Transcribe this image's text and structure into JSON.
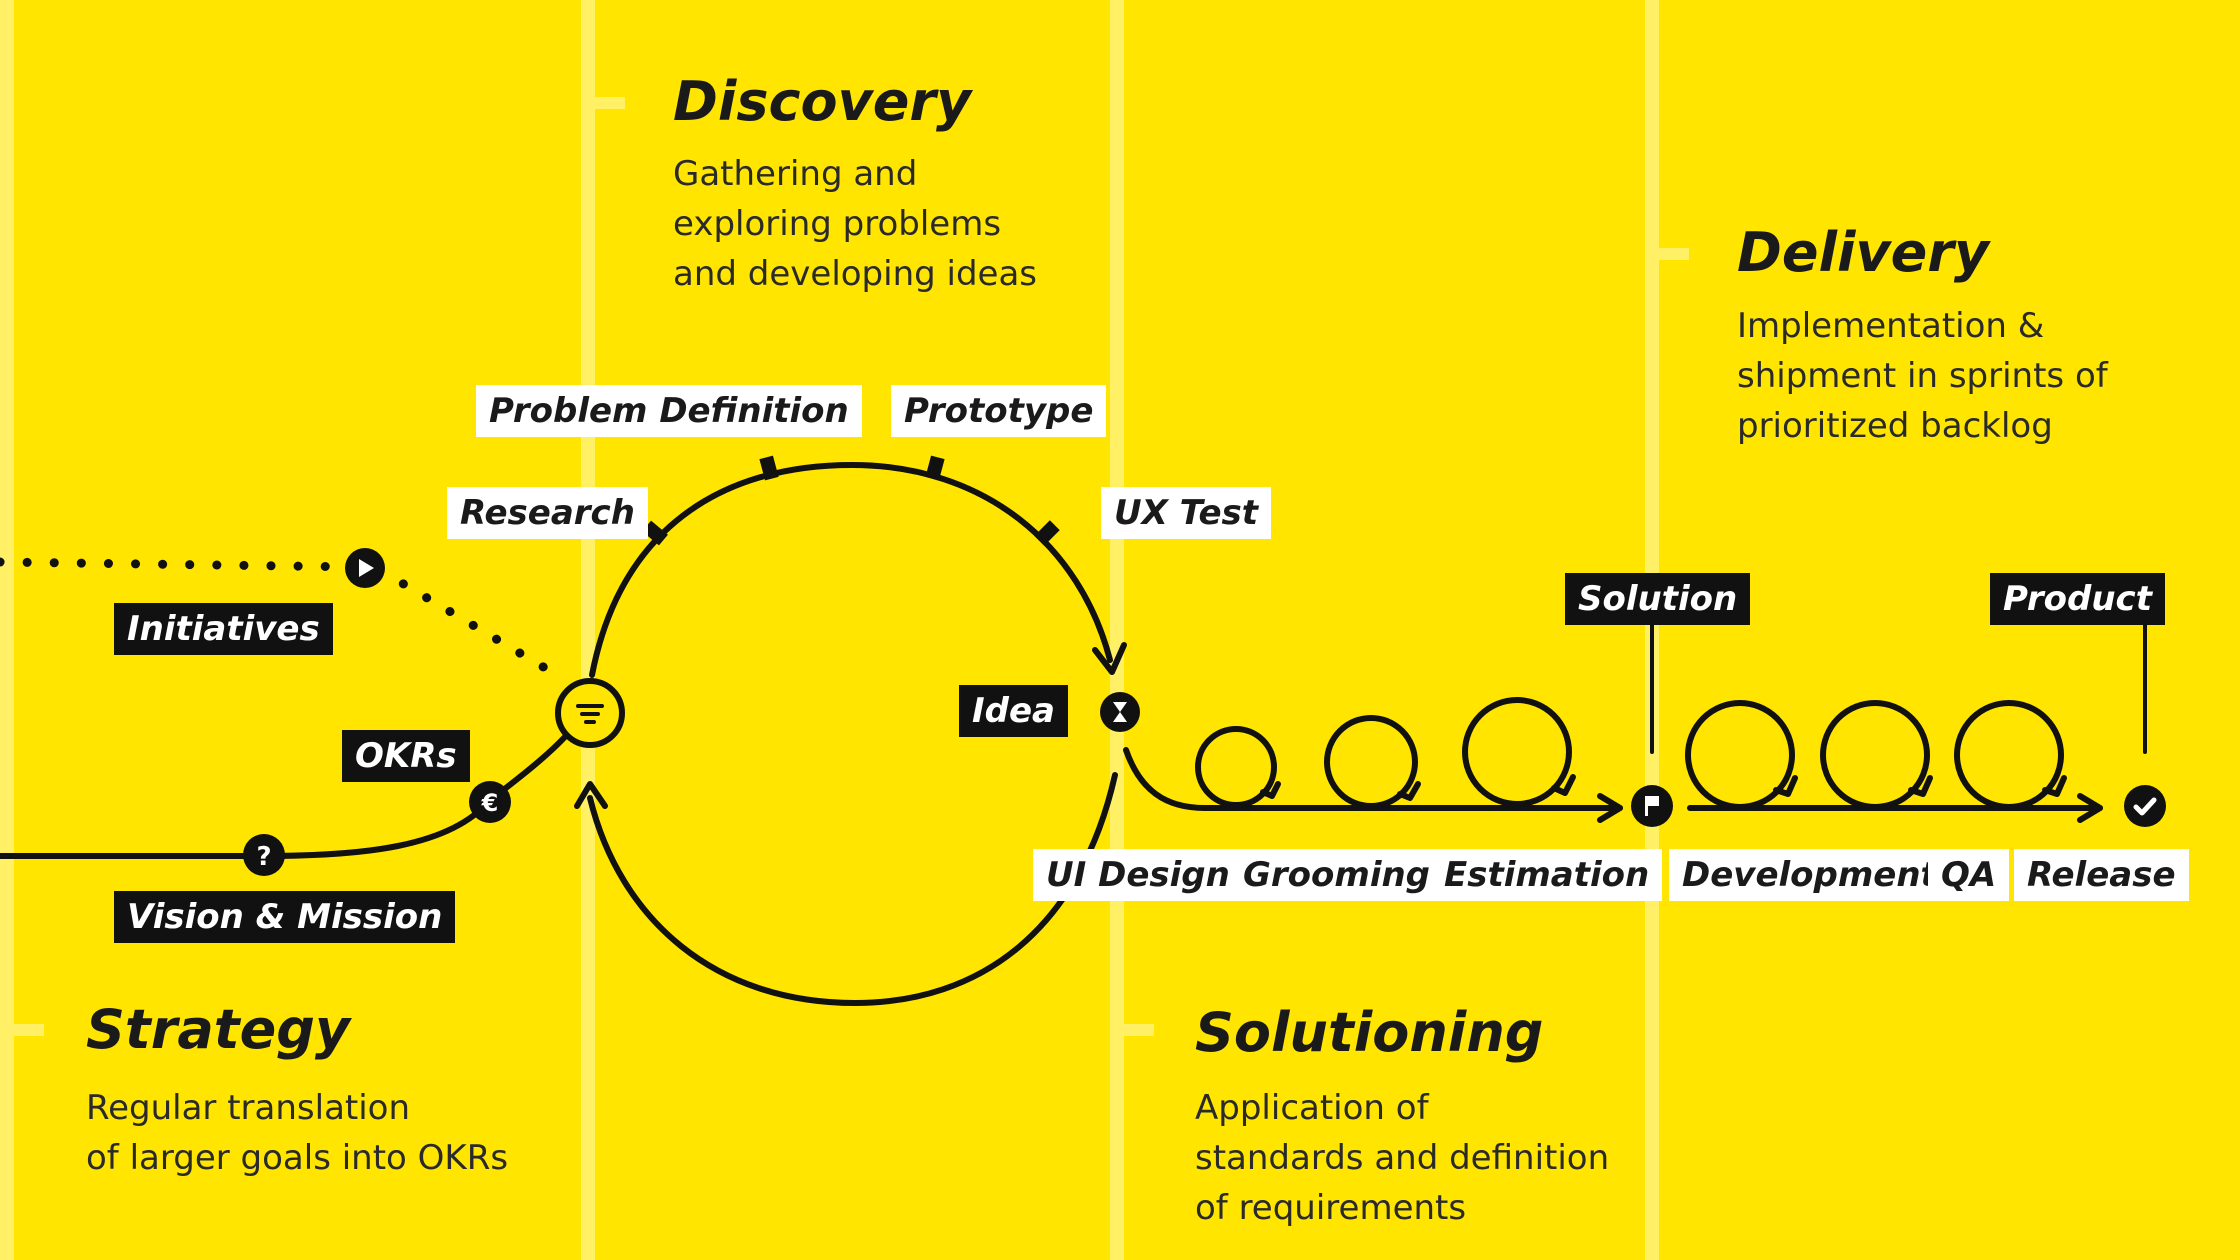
{
  "colors": {
    "background": "#FFE500",
    "lane_line": "#FFF066",
    "ink": "#111111",
    "label_light": "#FFFFFF"
  },
  "phases": {
    "strategy": {
      "title": "Strategy",
      "desc_lines": [
        "Regular translation",
        "of larger goals into OKRs"
      ]
    },
    "discovery": {
      "title": "Discovery",
      "desc_lines": [
        "Gathering and",
        "exploring problems",
        "and developing ideas"
      ]
    },
    "solutioning": {
      "title": "Solutioning",
      "desc_lines": [
        "Application of",
        "standards and definition",
        "of requirements"
      ]
    },
    "delivery": {
      "title": "Delivery",
      "desc_lines": [
        "Implementation &",
        "shipment in sprints of",
        "prioritized backlog"
      ]
    }
  },
  "labels": {
    "initiatives": "Initiatives",
    "okrs": "OKRs",
    "vision_mission": "Vision & Mission",
    "research": "Research",
    "problem_definition": "Problem Definition",
    "prototype": "Prototype",
    "ux_test": "UX Test",
    "idea": "Idea",
    "ui_design": "UI Design",
    "grooming": "Grooming",
    "estimation": "Estimation",
    "solution": "Solution",
    "development": "Development",
    "qa": "QA",
    "release": "Release",
    "product": "Product"
  },
  "node_icons": {
    "initiatives": "play-icon",
    "vision_mission": "question-icon",
    "okrs": "euro-icon",
    "discovery_entry": "filter-icon",
    "idea": "hourglass-icon",
    "solution": "flag-icon",
    "product": "check-icon"
  },
  "glyphs": {
    "question": "?",
    "euro": "€"
  }
}
